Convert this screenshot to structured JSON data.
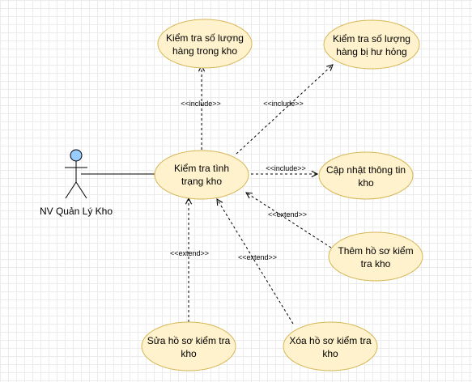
{
  "actor": {
    "label": "NV Quản Lý Kho"
  },
  "usecases": {
    "main": {
      "lines": [
        "Kiểm tra tình",
        "trạng kho"
      ]
    },
    "check_qty": {
      "lines": [
        "Kiểm tra số lượng",
        "hàng trong kho"
      ]
    },
    "check_damaged": {
      "lines": [
        "Kiểm tra số lượng",
        "hàng bị hư hỏng"
      ]
    },
    "update_info": {
      "lines": [
        "Cập nhật thông tin",
        "kho"
      ]
    },
    "add_record": {
      "lines": [
        "Thêm hồ sơ kiểm",
        "tra kho"
      ]
    },
    "edit_record": {
      "lines": [
        "Sửa hồ sơ kiểm tra",
        "kho"
      ]
    },
    "delete_record": {
      "lines": [
        "Xóa hồ sơ kiểm tra",
        "kho"
      ]
    }
  },
  "relations": {
    "include_check_qty": "<<include>>",
    "include_check_damaged": "<<include>>",
    "include_update_info": "<<include>>",
    "extend_add_record": "<<extend>>",
    "extend_edit_record": "<<extend>>",
    "extend_delete_record": "<<extend>>"
  },
  "colors": {
    "usecase_fill": "#fff2cc",
    "usecase_stroke": "#d6b656",
    "actor_head": "#99ccff"
  }
}
